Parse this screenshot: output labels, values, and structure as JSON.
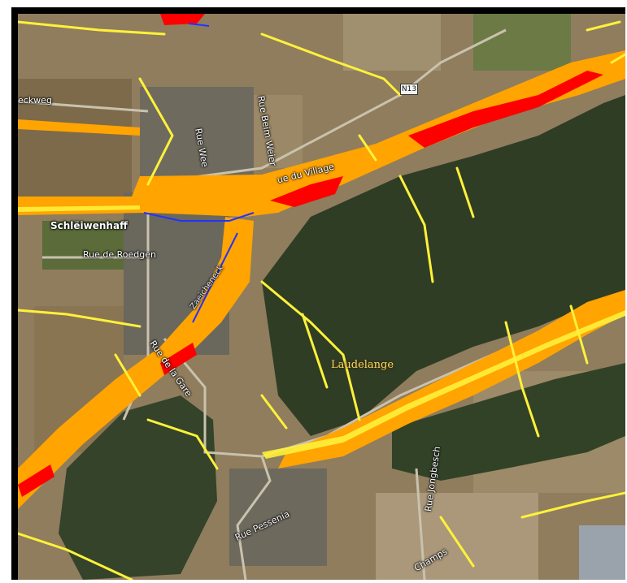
{
  "map": {
    "basemap": "aerial-photo",
    "hazard_colors": {
      "low": "#fff13a",
      "medium": "#ffa400",
      "high": "#ff0000",
      "channel": "#2233ff"
    },
    "labels": {
      "street_eckweg": "eckweg",
      "place_schleiwenhaff": "Schlëiwenhaff",
      "street_rue_de_roedgen": "Rue de Roedgen",
      "street_rue_du_village": "ue du Village",
      "street_rue_beim_weier": "Rue Beim Weier",
      "street_rue_de_la_gare": "Rue de la Gare",
      "street_rue_pessenia": "Rue Pessenia",
      "street_rue_jongbesch": "Rue Jongbesch",
      "street_champs": "Champs",
      "road_shield_n13": "N13",
      "locality_laudelange": "Laudelange",
      "street_diagonal": "Zaeicheneck",
      "street_rue_wee": "Rue Wee"
    }
  }
}
